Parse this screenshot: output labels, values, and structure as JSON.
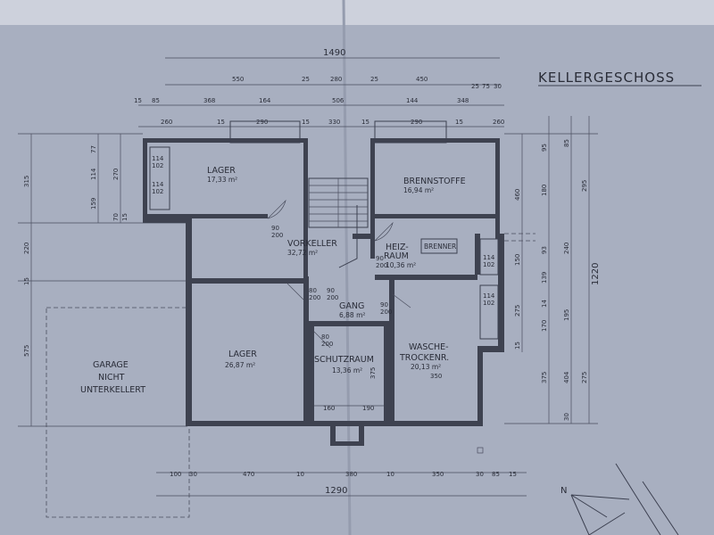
{
  "title": "KELLERGESCHOSS",
  "rooms": {
    "lager_top": {
      "name": "LAGER",
      "area": "17,33 m²"
    },
    "brennstoffe": {
      "name": "BRENNSTOFFE",
      "area": "16,94 m²"
    },
    "vorkeller": {
      "name": "VORKELLER",
      "area": "32,72 m²"
    },
    "heizraum_1": {
      "name": "HEIZ-"
    },
    "heizraum_2": {
      "name": "RAUM",
      "area": "10,36 m²"
    },
    "brenner": {
      "name": "BRENNER"
    },
    "gang": {
      "name": "GANG",
      "area": "6,88 m²"
    },
    "lager_bottom": {
      "name": "LAGER",
      "area": "26,87 m²"
    },
    "schutzraum": {
      "name": "SCHUTZRAUM",
      "area": "13,36 m²"
    },
    "wasche_1": {
      "name": "WASCHE-"
    },
    "wasche_2": {
      "name": "TROCKENR.",
      "area": "20,13 m²"
    },
    "garage_1": {
      "name": "GARAGE"
    },
    "garage_2": {
      "name": "NICHT"
    },
    "garage_3": {
      "name": "UNTERKELLERT"
    }
  },
  "dims": {
    "top_total": "1490",
    "bottom_total": "1290",
    "right_total": "1220",
    "top_row1": [
      "550",
      "25",
      "280",
      "25",
      "450",
      "25",
      "75",
      "30"
    ],
    "top_row2": [
      "15",
      "85",
      "368",
      "164",
      "506",
      "144",
      "348"
    ],
    "top_row3": [
      "260",
      "15",
      "290",
      "15",
      "330",
      "15",
      "290",
      "15",
      "260"
    ],
    "bottom_row": [
      "100",
      "30",
      "470",
      "10",
      "380",
      "10",
      "350",
      "30",
      "85",
      "15"
    ],
    "left_inner": [
      "77",
      "114",
      "270",
      "159",
      "70",
      "15"
    ],
    "left_outer": [
      "315",
      "220",
      "15",
      "575"
    ],
    "right_inner": [
      "460",
      "150",
      "275",
      "15"
    ],
    "right_mid": [
      "95",
      "180",
      "93",
      "139",
      "14",
      "170",
      "375"
    ],
    "right_outer": [
      "85",
      "295",
      "240",
      "195",
      "404",
      "275",
      "30"
    ],
    "window_labels": [
      "114",
      "102",
      "114",
      "102",
      "114",
      "102",
      "114",
      "102"
    ],
    "door_labels": [
      "90",
      "200",
      "90",
      "200",
      "80",
      "200",
      "90",
      "200",
      "80",
      "200",
      "90",
      "200"
    ],
    "schutz_inner": [
      "160",
      "190",
      "375"
    ],
    "wasche_inner": "350"
  },
  "compass": {
    "label": "N"
  }
}
